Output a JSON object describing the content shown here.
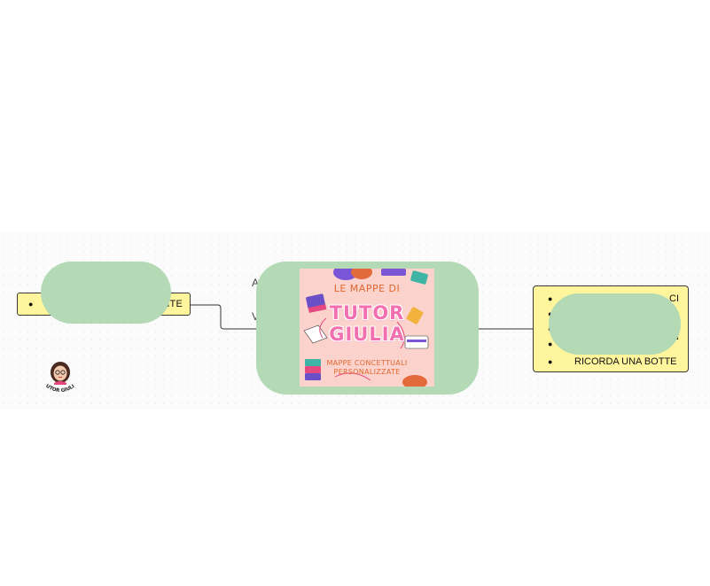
{
  "left_node": {
    "visible_tail": "NTE"
  },
  "center_fragments": {
    "top": "A",
    "middle": "V"
  },
  "cover": {
    "line1": "LE MAPPE DI",
    "line2": "TUTOR",
    "line3": "GIULIA",
    "line4": "MAPPE CONCETTUALI",
    "line5": "PERSONALIZZATE"
  },
  "right_node": {
    "partial_items": [
      "CI",
      "",
      "",
      "N"
    ],
    "last_item": "RICORDA UNA BOTTE"
  },
  "logo": {
    "text": "TUTOR GIULIA"
  },
  "colors": {
    "note_fill": "#fff59d",
    "node_fill": "#b3d9b5",
    "cover_bg": "#fbd3cc",
    "cover_title": "#f270b0",
    "cover_text": "#e0672f"
  },
  "icons": [
    "bullet-icon",
    "book-icon",
    "avatar-icon"
  ]
}
